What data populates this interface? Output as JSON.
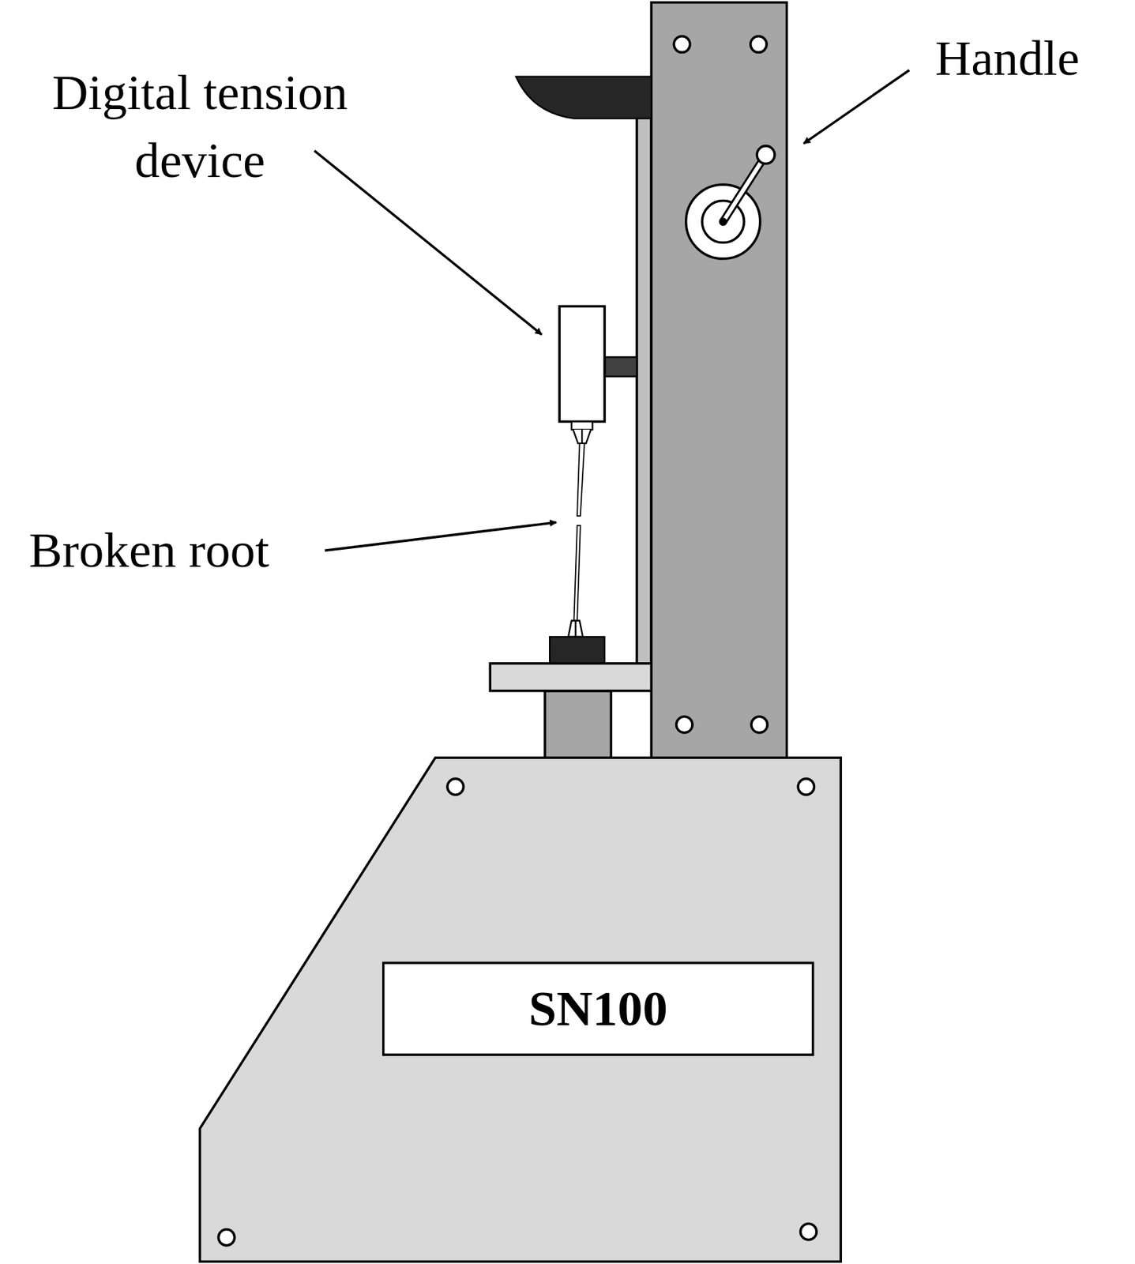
{
  "diagram": {
    "nodes": [
      {
        "text": [
          "SN100"
        ]
      }
    ],
    "labels": [
      "Digital tension device",
      "Handle",
      "Broken root"
    ]
  }
}
